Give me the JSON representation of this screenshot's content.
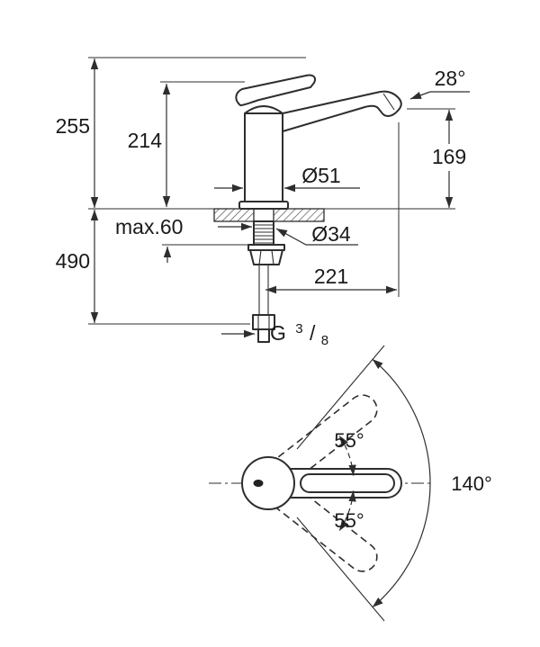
{
  "colors": {
    "background": "#ffffff",
    "line": "#2e2e2e",
    "text": "#1a1a1a"
  },
  "side_view": {
    "height_overall": "255",
    "height_to_spout": "214",
    "depth_below_deck": "490",
    "outlet_height": "169",
    "outlet_angle": "28°",
    "body_diameter": "Ø51",
    "deck_thickness_max": "max.60",
    "hole_diameter": "Ø34",
    "spout_reach": "221",
    "thread": {
      "prefix": "G",
      "numerator": "3",
      "slash": "/",
      "denominator": "8"
    }
  },
  "top_view": {
    "swivel_upper": "55°",
    "swivel_lower": "55°",
    "swivel_total": "140°"
  }
}
